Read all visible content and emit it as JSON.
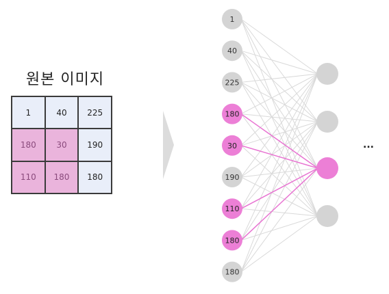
{
  "title": "원본 이미지",
  "grid": {
    "rows": [
      [
        {
          "value": "1",
          "highlight": false
        },
        {
          "value": "40",
          "highlight": false
        },
        {
          "value": "225",
          "highlight": false
        }
      ],
      [
        {
          "value": "180",
          "highlight": true
        },
        {
          "value": "30",
          "highlight": true
        },
        {
          "value": "190",
          "highlight": false
        }
      ],
      [
        {
          "value": "110",
          "highlight": true
        },
        {
          "value": "180",
          "highlight": true
        },
        {
          "value": "180",
          "highlight": false
        }
      ]
    ]
  },
  "input_nodes": [
    {
      "label": "1",
      "highlight": false
    },
    {
      "label": "40",
      "highlight": false
    },
    {
      "label": "225",
      "highlight": false
    },
    {
      "label": "180",
      "highlight": true
    },
    {
      "label": "30",
      "highlight": true
    },
    {
      "label": "190",
      "highlight": false
    },
    {
      "label": "110",
      "highlight": true
    },
    {
      "label": "180",
      "highlight": true
    },
    {
      "label": "180",
      "highlight": false
    }
  ],
  "hidden_nodes": [
    {
      "highlight": false
    },
    {
      "highlight": false
    },
    {
      "highlight": true
    },
    {
      "highlight": false
    }
  ],
  "ellipsis": "...",
  "colors": {
    "pink": "#ec7fd6",
    "gray_node": "#d4d4d4",
    "gray_line": "#d9d9d9",
    "pink_line": "#e874d2",
    "arrow": "#dcdcdc"
  }
}
